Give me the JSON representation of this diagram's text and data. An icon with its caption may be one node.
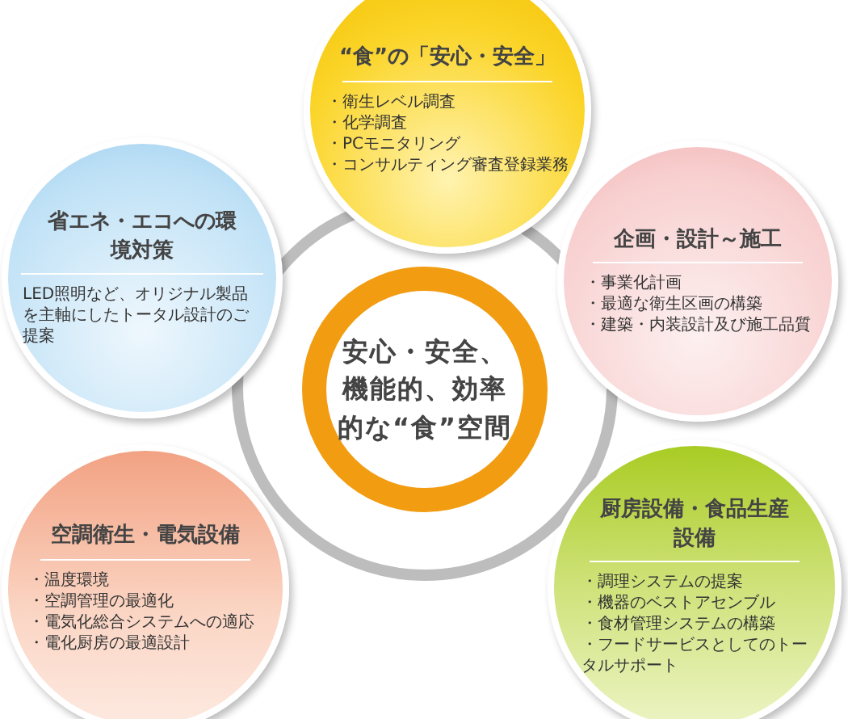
{
  "diagram": {
    "nodes": [
      {
        "text": [
          "“食”の「安心・安全」",
          "・衛生レベル調査",
          "・化学調査",
          "・PCモニタリング",
          "・コンサルティング審査登録業務"
        ]
      },
      {
        "text": [
          "省エネ・エコへの環境対策",
          "LED照明など、オリジナル製品を主軸にしたトータル設計のご提案"
        ]
      },
      {
        "text": [
          "企画・設計～施工",
          "・事業化計画",
          "・最適な衛生区画の構築",
          "・建築・内装設計及び施工品質"
        ]
      },
      {
        "text": [
          "安心・安全、機能的、効率的な“食”空間"
        ]
      },
      {
        "text": [
          "空調衛生・電気設備",
          "・温度環境",
          "・空調管理の最適化",
          "・電気化総合システムへの適応",
          "・電化厨房の最適設計"
        ]
      },
      {
        "text": [
          "厨房設備・食品生産設備",
          "・調理システムの提案",
          "・機器のベストアセンブル",
          "・食材管理システムの構築",
          "・フードサービスとしてのトータルサポート"
        ]
      }
    ]
  }
}
